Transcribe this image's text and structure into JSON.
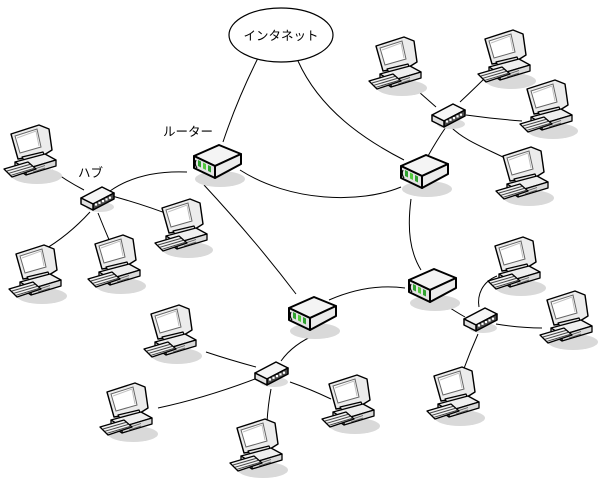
{
  "diagram": {
    "labels": {
      "internet": "インタネット",
      "router": "ルーター",
      "hub": "ハブ"
    },
    "colors": {
      "line": "#000000",
      "device_outline": "#000000",
      "device_fill": "#f0f0f0",
      "hub_port_face": "#4a4a4a",
      "led_green_dark": "#2fa12f",
      "led_green_light": "#54c83e",
      "shadow": "#d9d9d9",
      "background": "#ffffff"
    },
    "nodes": {
      "internet": "internet-cloud",
      "routers": [
        "router-1",
        "router-2",
        "router-3",
        "router-4"
      ],
      "hubs": [
        "hub-1",
        "hub-2",
        "hub-3",
        "hub-4"
      ],
      "computers": [
        "computer-1",
        "computer-2",
        "computer-3",
        "computer-4",
        "computer-5",
        "computer-6",
        "computer-7",
        "computer-8",
        "computer-9",
        "computer-10",
        "computer-11",
        "computer-12",
        "computer-13",
        "computer-14",
        "computer-15"
      ]
    },
    "edges": [
      [
        "internet",
        "router-1"
      ],
      [
        "internet",
        "router-2"
      ],
      [
        "router-1",
        "hub-1"
      ],
      [
        "router-1",
        "router-2"
      ],
      [
        "router-1",
        "router-3"
      ],
      [
        "router-2",
        "hub-2"
      ],
      [
        "router-2",
        "router-4"
      ],
      [
        "router-3",
        "router-4"
      ],
      [
        "router-3",
        "hub-3"
      ],
      [
        "router-4",
        "hub-4"
      ],
      [
        "hub-1",
        "computer-1"
      ],
      [
        "hub-1",
        "computer-2"
      ],
      [
        "hub-1",
        "computer-3"
      ],
      [
        "hub-1",
        "computer-4"
      ],
      [
        "hub-2",
        "computer-5"
      ],
      [
        "hub-2",
        "computer-6"
      ],
      [
        "hub-2",
        "computer-7"
      ],
      [
        "hub-2",
        "computer-8"
      ],
      [
        "hub-3",
        "computer-12"
      ],
      [
        "hub-3",
        "computer-13"
      ],
      [
        "hub-3",
        "computer-14"
      ],
      [
        "hub-3",
        "computer-15"
      ],
      [
        "hub-4",
        "computer-9"
      ],
      [
        "hub-4",
        "computer-10"
      ],
      [
        "hub-4",
        "computer-11"
      ]
    ]
  }
}
